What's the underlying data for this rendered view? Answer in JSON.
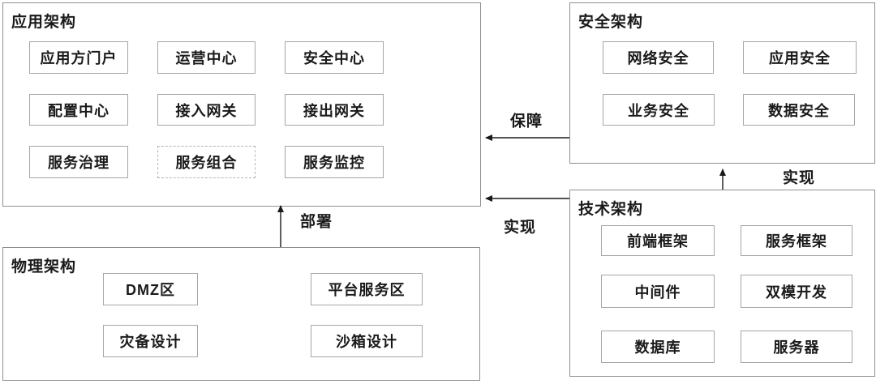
{
  "colors": {
    "background": "#ffffff",
    "panel_border": "#8f8f8f",
    "box_border": "#a6a6a6",
    "dashed_box_border": "#b3b3b3",
    "arrow": "#1a1a1a",
    "text": "#1a1a1a"
  },
  "containers": {
    "application": {
      "title": "应用架构",
      "boxes": [
        "应用方门户",
        "运营中心",
        "安全中心",
        "配置中心",
        "接入网关",
        "接出网关",
        "服务治理",
        "服务组合",
        "服务监控"
      ]
    },
    "security": {
      "title": "安全架构",
      "boxes": [
        "网络安全",
        "应用安全",
        "业务安全",
        "数据安全"
      ]
    },
    "technology": {
      "title": "技术架构",
      "boxes": [
        "前端框架",
        "服务框架",
        "中间件",
        "双模开发",
        "数据库",
        "服务器"
      ]
    },
    "physical": {
      "title": "物理架构",
      "boxes": [
        "DMZ区",
        "平台服务区",
        "灾备设计",
        "沙箱设计"
      ]
    }
  },
  "arrows": [
    {
      "label": "保障",
      "from": "security",
      "to": "application",
      "direction": "left"
    },
    {
      "label": "实现",
      "from": "technology",
      "to": "application",
      "direction": "left"
    },
    {
      "label": "实现",
      "from": "technology",
      "to": "security",
      "direction": "up"
    },
    {
      "label": "部署",
      "from": "physical",
      "to": "application",
      "direction": "up"
    }
  ]
}
